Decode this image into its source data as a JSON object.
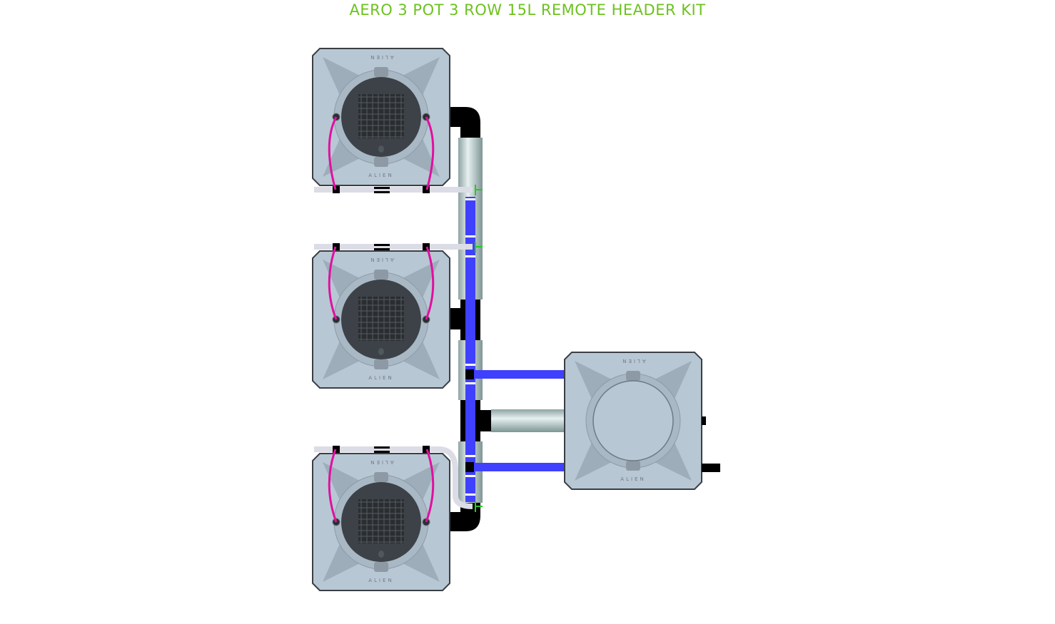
{
  "title": "AERO 3 POT 3 ROW 15L REMOTE HEADER KIT",
  "pot_brand": "ALIEN",
  "colors": {
    "title": "#6cc21e",
    "pot_body": "#b8c7d4",
    "pot_lid": "#3c4247",
    "feed_line": "#4040ff",
    "drain_pipe": "#000000",
    "air_line": "#dcdce6",
    "dripper_line": "#e010a0",
    "connector": "#22cc22"
  },
  "components": {
    "pots": [
      "pot-1",
      "pot-2",
      "pot-3"
    ],
    "reservoir": "reservoir"
  }
}
